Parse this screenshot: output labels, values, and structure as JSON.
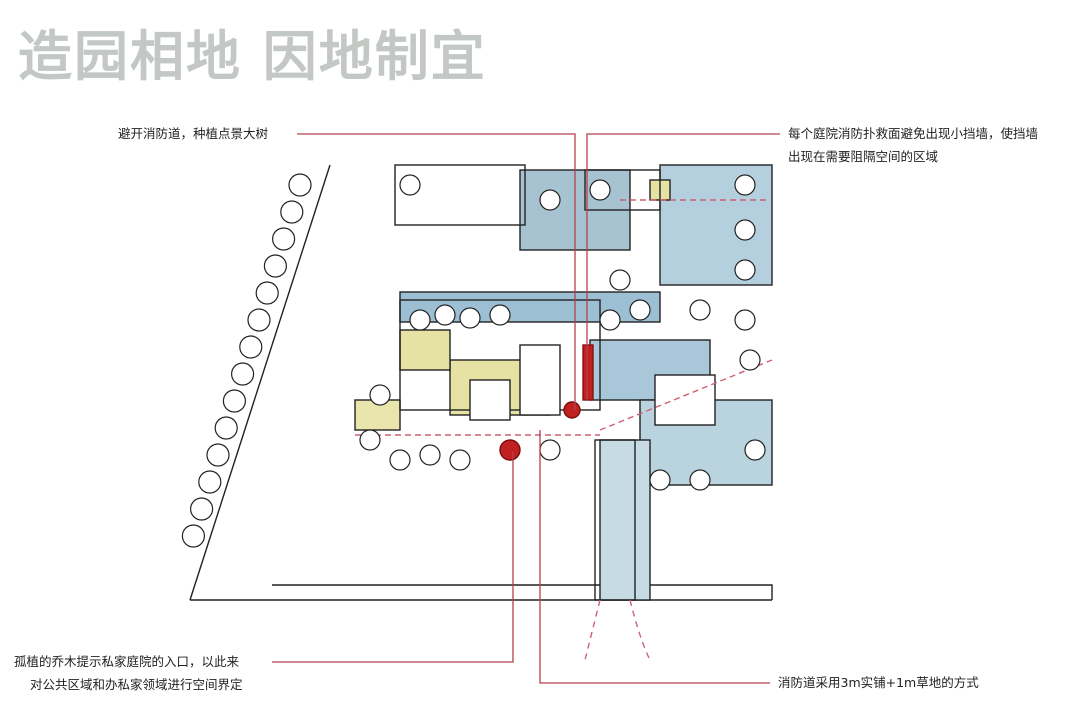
{
  "title": "造园相地  因地制宜",
  "annotations": {
    "top_left": "避开消防道，种植点景大树",
    "top_right_line1": "每个庭院消防扑救面避免出现小挡墙，使挡墙",
    "top_right_line2": "出现在需要阻隔空间的区域",
    "bottom_left_line1": "孤植的乔木提示私家庭院的入口，以此来",
    "bottom_left_line2": "对公共区域和办私家领域进行空间界定",
    "bottom_right": "消防道采用3m实铺+1m草地的方式"
  },
  "colors": {
    "leader": "#b5404f",
    "accent_red": "#c0201f",
    "water": "#8fb7cf",
    "lawn": "#e3e0a0",
    "title": "#c3c8c5"
  }
}
